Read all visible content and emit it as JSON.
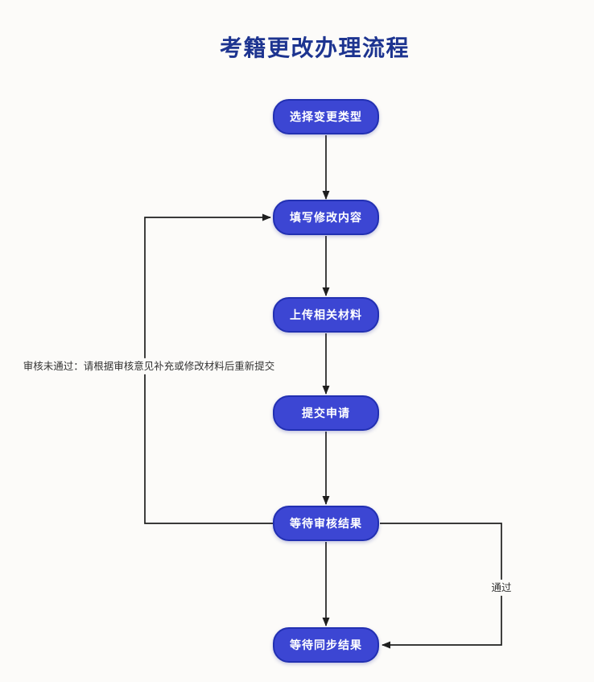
{
  "title": "考籍更改办理流程",
  "flowchart": {
    "nodes": [
      {
        "id": "select-change-type",
        "label": "选择变更类型"
      },
      {
        "id": "fill-modification-content",
        "label": "填写修改内容"
      },
      {
        "id": "upload-related-materials",
        "label": "上传相关材料"
      },
      {
        "id": "submit-application",
        "label": "提交申请"
      },
      {
        "id": "await-review-result",
        "label": "等待审核结果"
      },
      {
        "id": "await-sync-result",
        "label": "等待同步结果"
      }
    ],
    "edges": [
      {
        "from": "select-change-type",
        "to": "fill-modification-content",
        "label": ""
      },
      {
        "from": "fill-modification-content",
        "to": "upload-related-materials",
        "label": ""
      },
      {
        "from": "upload-related-materials",
        "to": "submit-application",
        "label": ""
      },
      {
        "from": "submit-application",
        "to": "await-review-result",
        "label": ""
      },
      {
        "from": "await-review-result",
        "to": "await-sync-result",
        "label": ""
      },
      {
        "from": "await-review-result",
        "to": "fill-modification-content",
        "label": "审核未通过：请根据审核意见补充或修改材料后重新提交"
      },
      {
        "from": "await-review-result",
        "to": "await-sync-result",
        "label": "通过"
      }
    ],
    "edge_labels": {
      "reject": "审核未通过：请根据审核意见补充或修改材料后重新提交",
      "pass": "通过"
    },
    "colors": {
      "node_fill": "#3c46d3",
      "node_border": "#2230b2",
      "node_text": "#ffffff",
      "title_color": "#1d3490",
      "line_color": "#1f1f1f",
      "background": "#fcfbf9",
      "label_text": "#333333"
    }
  }
}
